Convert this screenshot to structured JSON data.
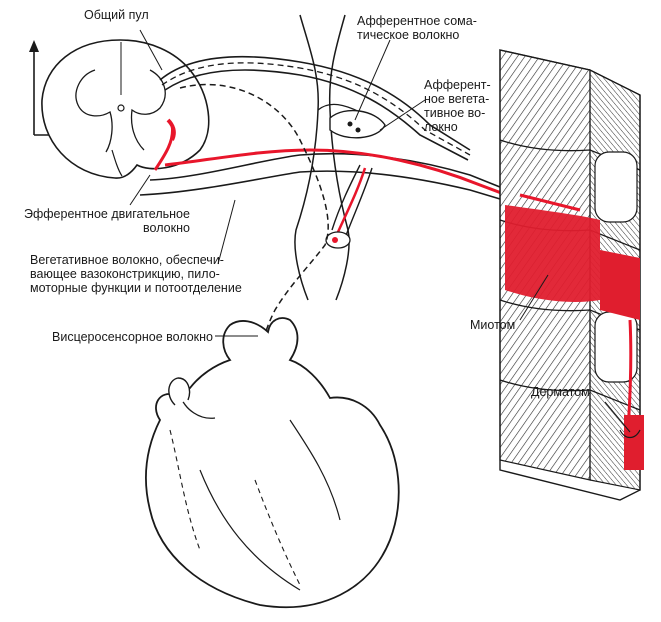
{
  "labels": {
    "common_pool": "Общий пул",
    "afferent_somatic": "Афферентное сома-\nтическое волокно",
    "afferent_vegetative": "Афферент-\nное вегета-\nтивное во-\nлокно",
    "efferent_motor": "Эфферентное двигательное\nволокно",
    "vegetative_fiber": "Вегетативное волокно, обеспечи-\nвающее вазоконстрикцию, пило-\nмоторные функции и потоотделение",
    "viscerosensory": "Висцеросенсорное волокно",
    "myotome": "Миотом",
    "dermatome": "Дерматом"
  },
  "colors": {
    "ink": "#1a1a1a",
    "nerve_red": "#e8162b",
    "muscle_red": "#e01e2e",
    "tissue_gray": "#8a8a8a"
  },
  "icons": {
    "arrow": "up-arrow"
  }
}
